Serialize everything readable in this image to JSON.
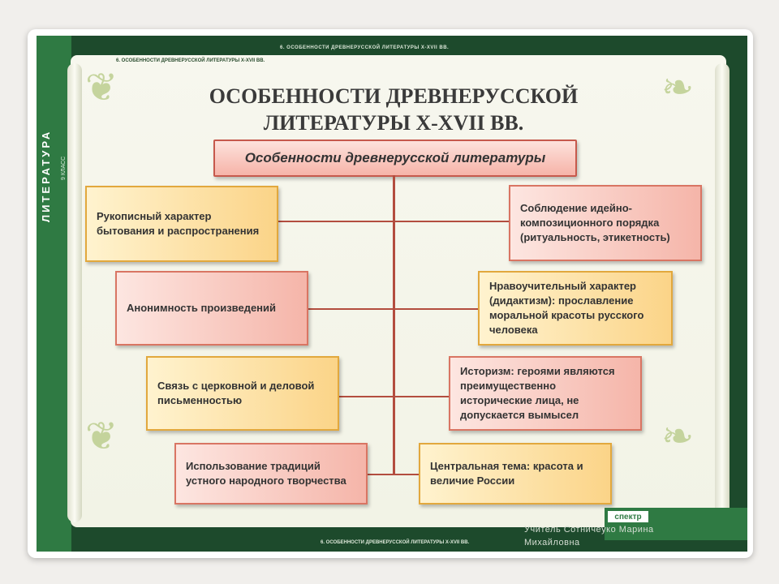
{
  "side": {
    "title": "ЛИТЕРАТУРА",
    "subtitle": "9 КЛАСС"
  },
  "top_caption": "6. ОСОБЕННОСТИ ДРЕВНЕРУССКОЙ ЛИТЕРАТУРЫ X-XVII ВВ.",
  "bottom_caption": "6. ОСОБЕННОСТИ ДРЕВНЕРУССКОЙ ЛИТЕРАТУРЫ X-XVII ВВ.",
  "title_line1": "ОСОБЕННОСТИ ДРЕВНЕРУССКОЙ",
  "title_line2": "ЛИТЕРАТУРЫ X-XVII ВВ.",
  "header": "Особенности древнерусской литературы",
  "left_items": [
    "Рукописный характер бытования и распространения",
    "Анонимность произведений",
    "Связь с церковной и деловой письменностью",
    "Использование традиций устного народного творчества"
  ],
  "right_items": [
    "Соблюдение идейно-композиционного порядка (ритуальность, этикетность)",
    "Нравоучительный характер (дидактизм): прославление моральной красоты русского человека",
    "Историзм: героями являются преимущественно исторические лица, не допускается вымысел",
    "Центральная тема: красота и величие России"
  ],
  "publisher": "спектр",
  "watermark_line1": "Учитель Сотничеyко Марина",
  "watermark_line2": "Михайловна",
  "colors": {
    "poster_green": "#1d4a2c",
    "yellow_box": "#fbd488",
    "pink_box": "#f5b5a9",
    "connector": "#b34d3f"
  }
}
